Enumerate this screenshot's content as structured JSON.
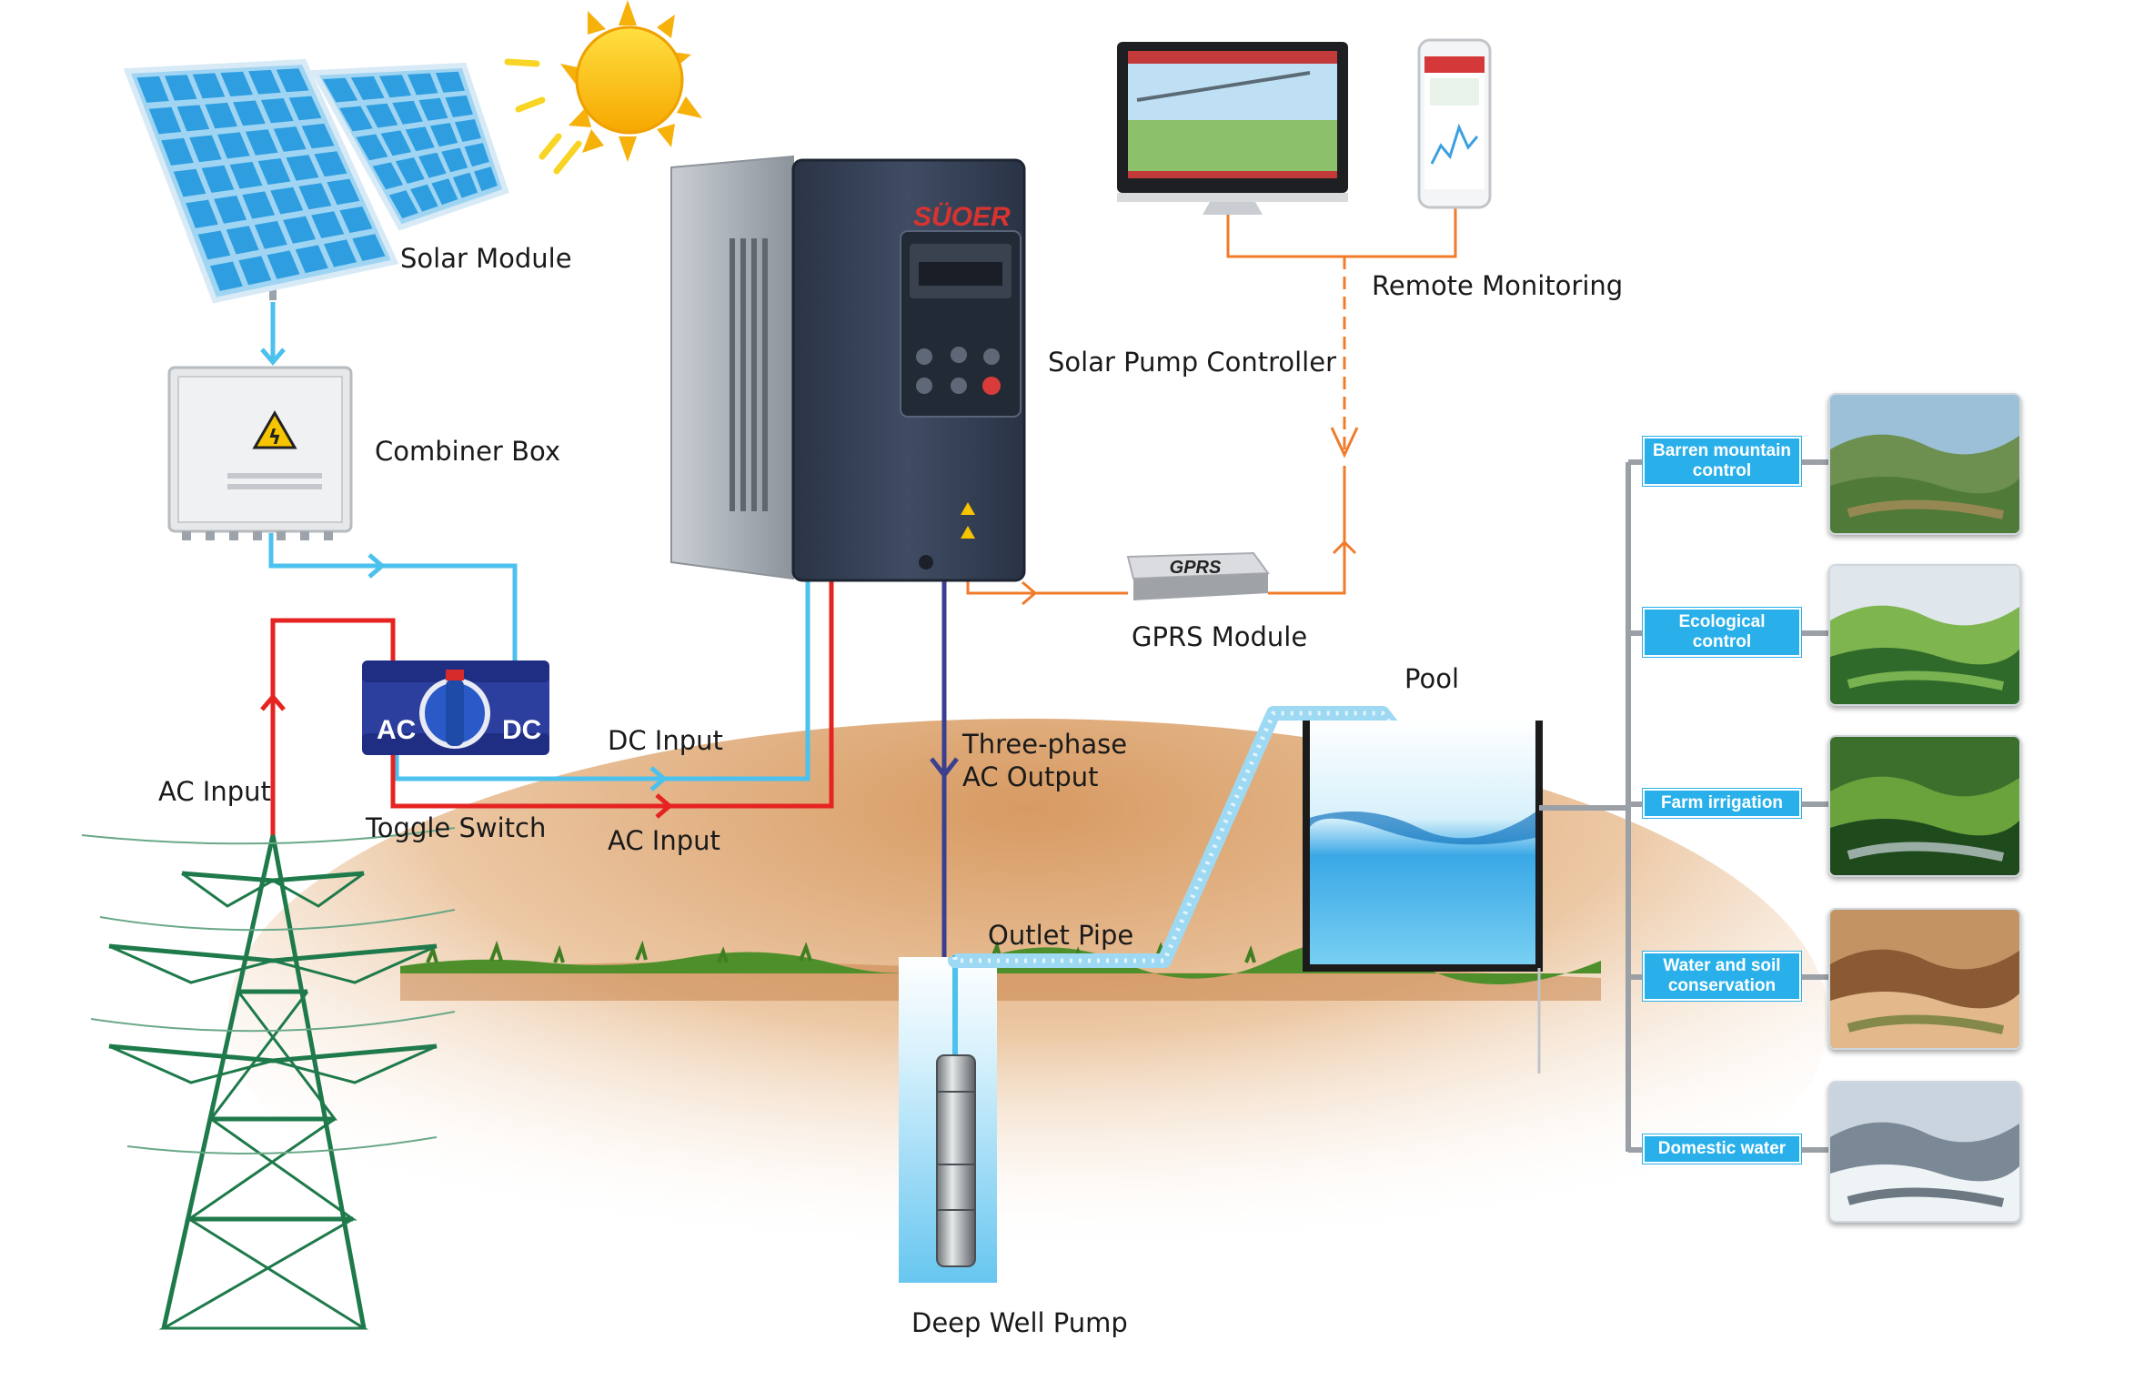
{
  "labels": {
    "solar_module": "Solar Module",
    "combiner_box": "Combiner Box",
    "solar_pump_controller": "Solar Pump Controller",
    "remote_monitoring": "Remote Monitoring",
    "gprs_module": "GPRS Module",
    "gprs_plate": "GPRS",
    "pool": "Pool",
    "dc_input": "DC Input",
    "ac_input_left": "AC Input",
    "ac_input_bottom": "AC Input",
    "toggle_switch": "Toggle Switch",
    "switch_ac": "AC",
    "switch_dc": "DC",
    "three_phase_line1": "Three-phase",
    "three_phase_line2": "AC Output",
    "outlet_pipe": "Outlet Pipe",
    "deep_well_pump": "Deep Well Pump",
    "brand": "SÜOER"
  },
  "applications": [
    {
      "line1": "Barren mountain",
      "line2": "control",
      "photo": "hills-photo"
    },
    {
      "line1": "Ecological",
      "line2": "control",
      "photo": "trees-photo"
    },
    {
      "line1": "Farm irrigation",
      "line2": "",
      "photo": "irrigation-photo"
    },
    {
      "line1": "Water and soil",
      "line2": "conservation",
      "photo": "erosion-photo"
    },
    {
      "line1": "Domestic water",
      "line2": "",
      "photo": "faucet-photo"
    }
  ],
  "colors": {
    "dc_line": "#4cc1ee",
    "ac_line": "#e52421",
    "signal_line": "#f07b2a",
    "output_line": "#3b3f8f",
    "badge": "#29b0ea",
    "tower": "#1e7a4a"
  }
}
